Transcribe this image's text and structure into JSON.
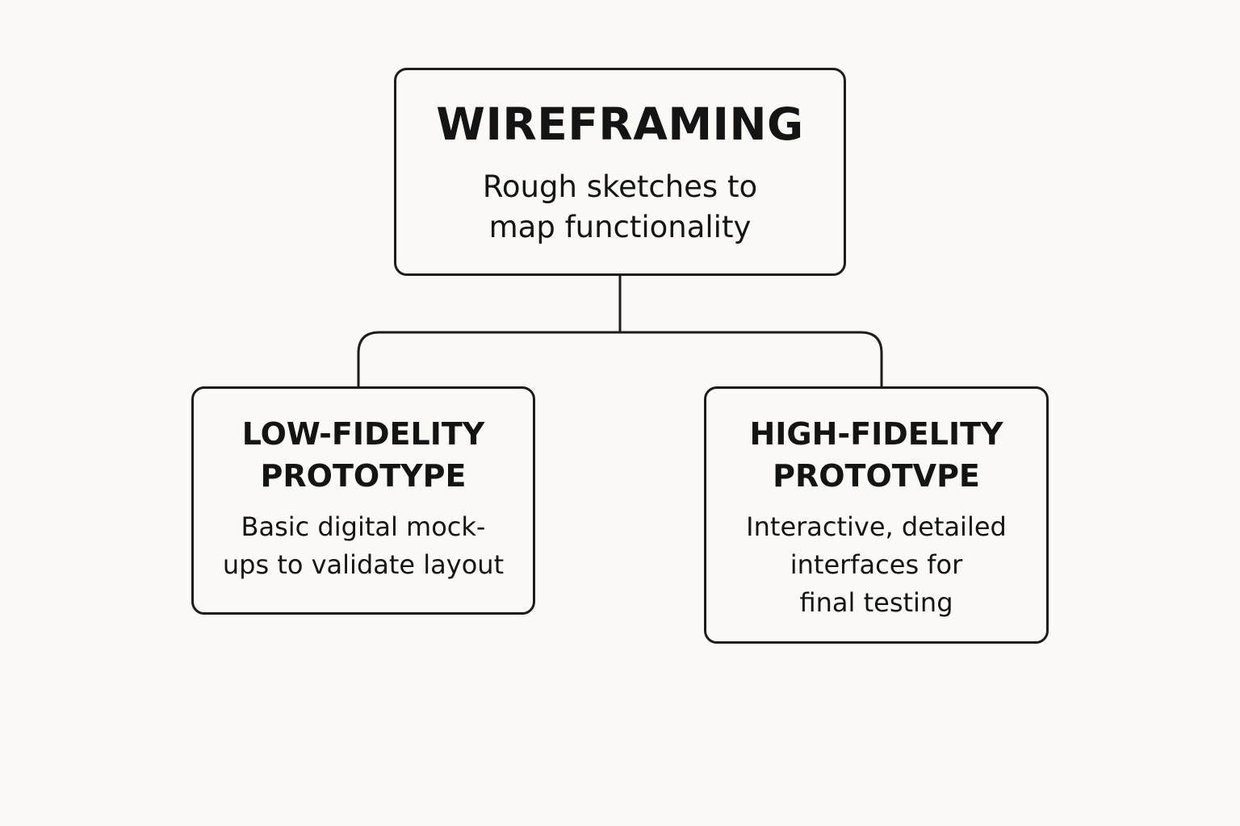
{
  "diagram": {
    "root": {
      "title": "WIREFRAMING",
      "description": "Rough sketches to\nmap functionality"
    },
    "children": [
      {
        "title": "LOW-FIDELITY\nPROTOTYPE",
        "description": "Basic digital mock-\nups to validate layout"
      },
      {
        "title": "HIGH-FIDELITY\nPROTOTVPE",
        "description": "Interactive, detailed\ninterfaces for\nfinal testing"
      }
    ],
    "colors": {
      "background": "#faf9f6",
      "stroke": "#1c1c1c",
      "text": "#141414"
    }
  }
}
